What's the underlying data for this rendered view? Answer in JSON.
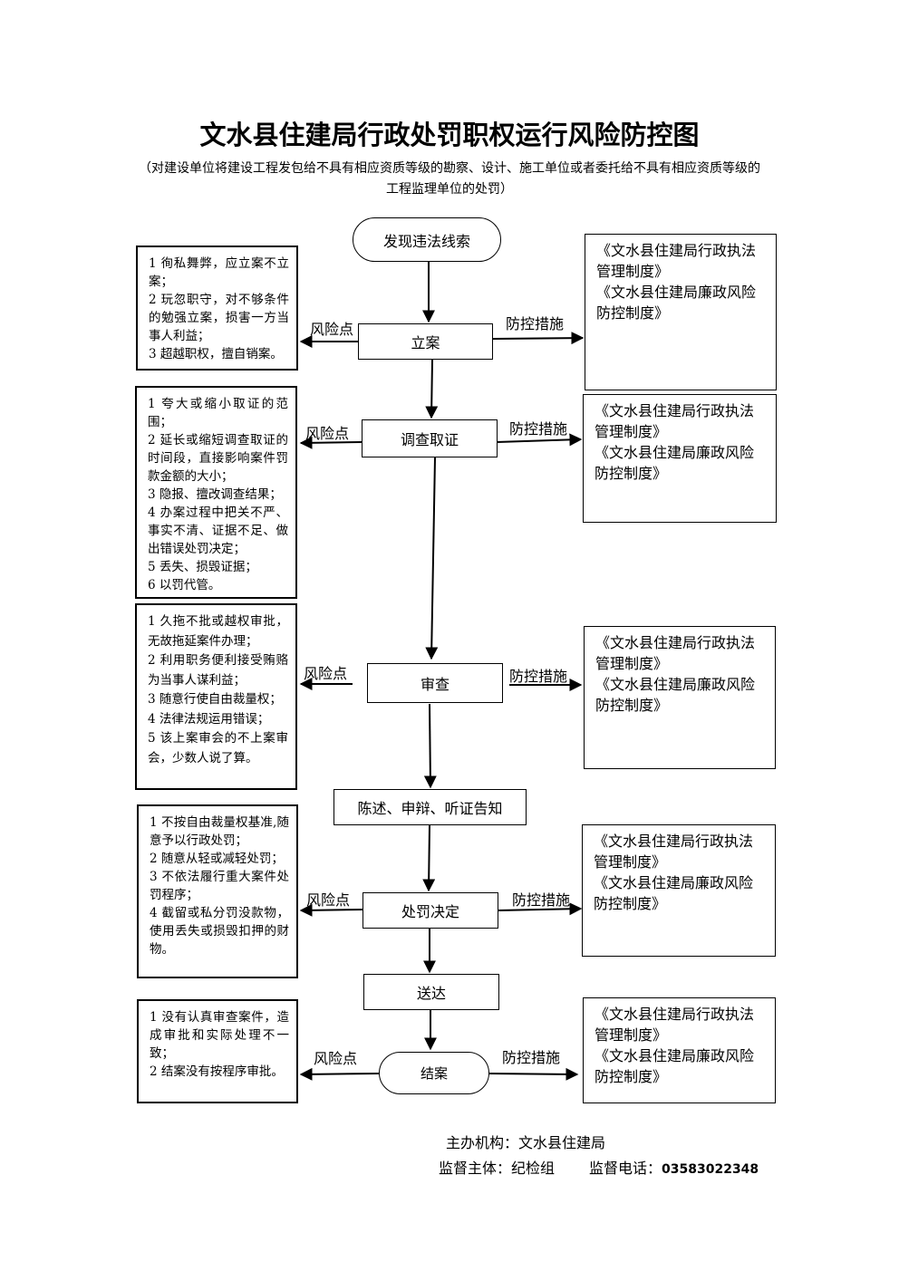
{
  "title": "文水县住建局行政处罚职权运行风险防控图",
  "subtitle": "（对建设单位将建设工程发包给不具有相应资质等级的勘察、设计、施工单位或者委托给不具有相应资质等级的工程监理单位的处罚）",
  "labels": {
    "risk": "风险点",
    "control": "防控措施"
  },
  "nodes": {
    "discover": "发现违法线索",
    "filing": "立案",
    "investigate": "调查取证",
    "review": "审查",
    "notice": "陈述、申辩、听证告知",
    "decision": "处罚决定",
    "delivery": "送达",
    "close": "结案"
  },
  "risks": {
    "filing": [
      "1 徇私舞弊，应立案不立案；",
      "2 玩忽职守，对不够条件的勉强立案，损害一方当事人利益；",
      "3 超越职权，擅自销案。"
    ],
    "investigate": [
      "1 夸大或缩小取证的范围；",
      "2 延长或缩短调查取证的时间段，直接影响案件罚款金额的大小；",
      "3 隐报、擅改调查结果；",
      "4 办案过程中把关不严、事实不清、证据不足、做出错误处罚决定；",
      "5 丢失、损毁证据；",
      "6 以罚代管。"
    ],
    "review": [
      "1 久拖不批或越权审批，无故拖延案件办理；",
      "2 利用职务便利接受贿赂为当事人谋利益；",
      "3 随意行使自由裁量权；",
      "4 法律法规运用错误；",
      "5 该上案审会的不上案审会，少数人说了算。"
    ],
    "decision": [
      "1 不按自由裁量权基准,随意予以行政处罚；",
      "2 随意从轻或减轻处罚；",
      "3 不依法履行重大案件处罚程序；",
      "4 截留或私分罚没款物，使用丢失或损毁扣押的财物。"
    ],
    "close": [
      "1 没有认真审查案件，造成审批和实际处理不一致；",
      "2 结案没有按程序审批。"
    ]
  },
  "controls": {
    "line1": "《文水县住建局行政执法管理制度》",
    "line2": "《文水县住建局廉政风险防控制度》"
  },
  "footer": {
    "org": "主办机构：文水县住建局",
    "supervisor": "监督主体：纪检组",
    "phone_label": "监督电话：",
    "phone": "03583022348"
  }
}
